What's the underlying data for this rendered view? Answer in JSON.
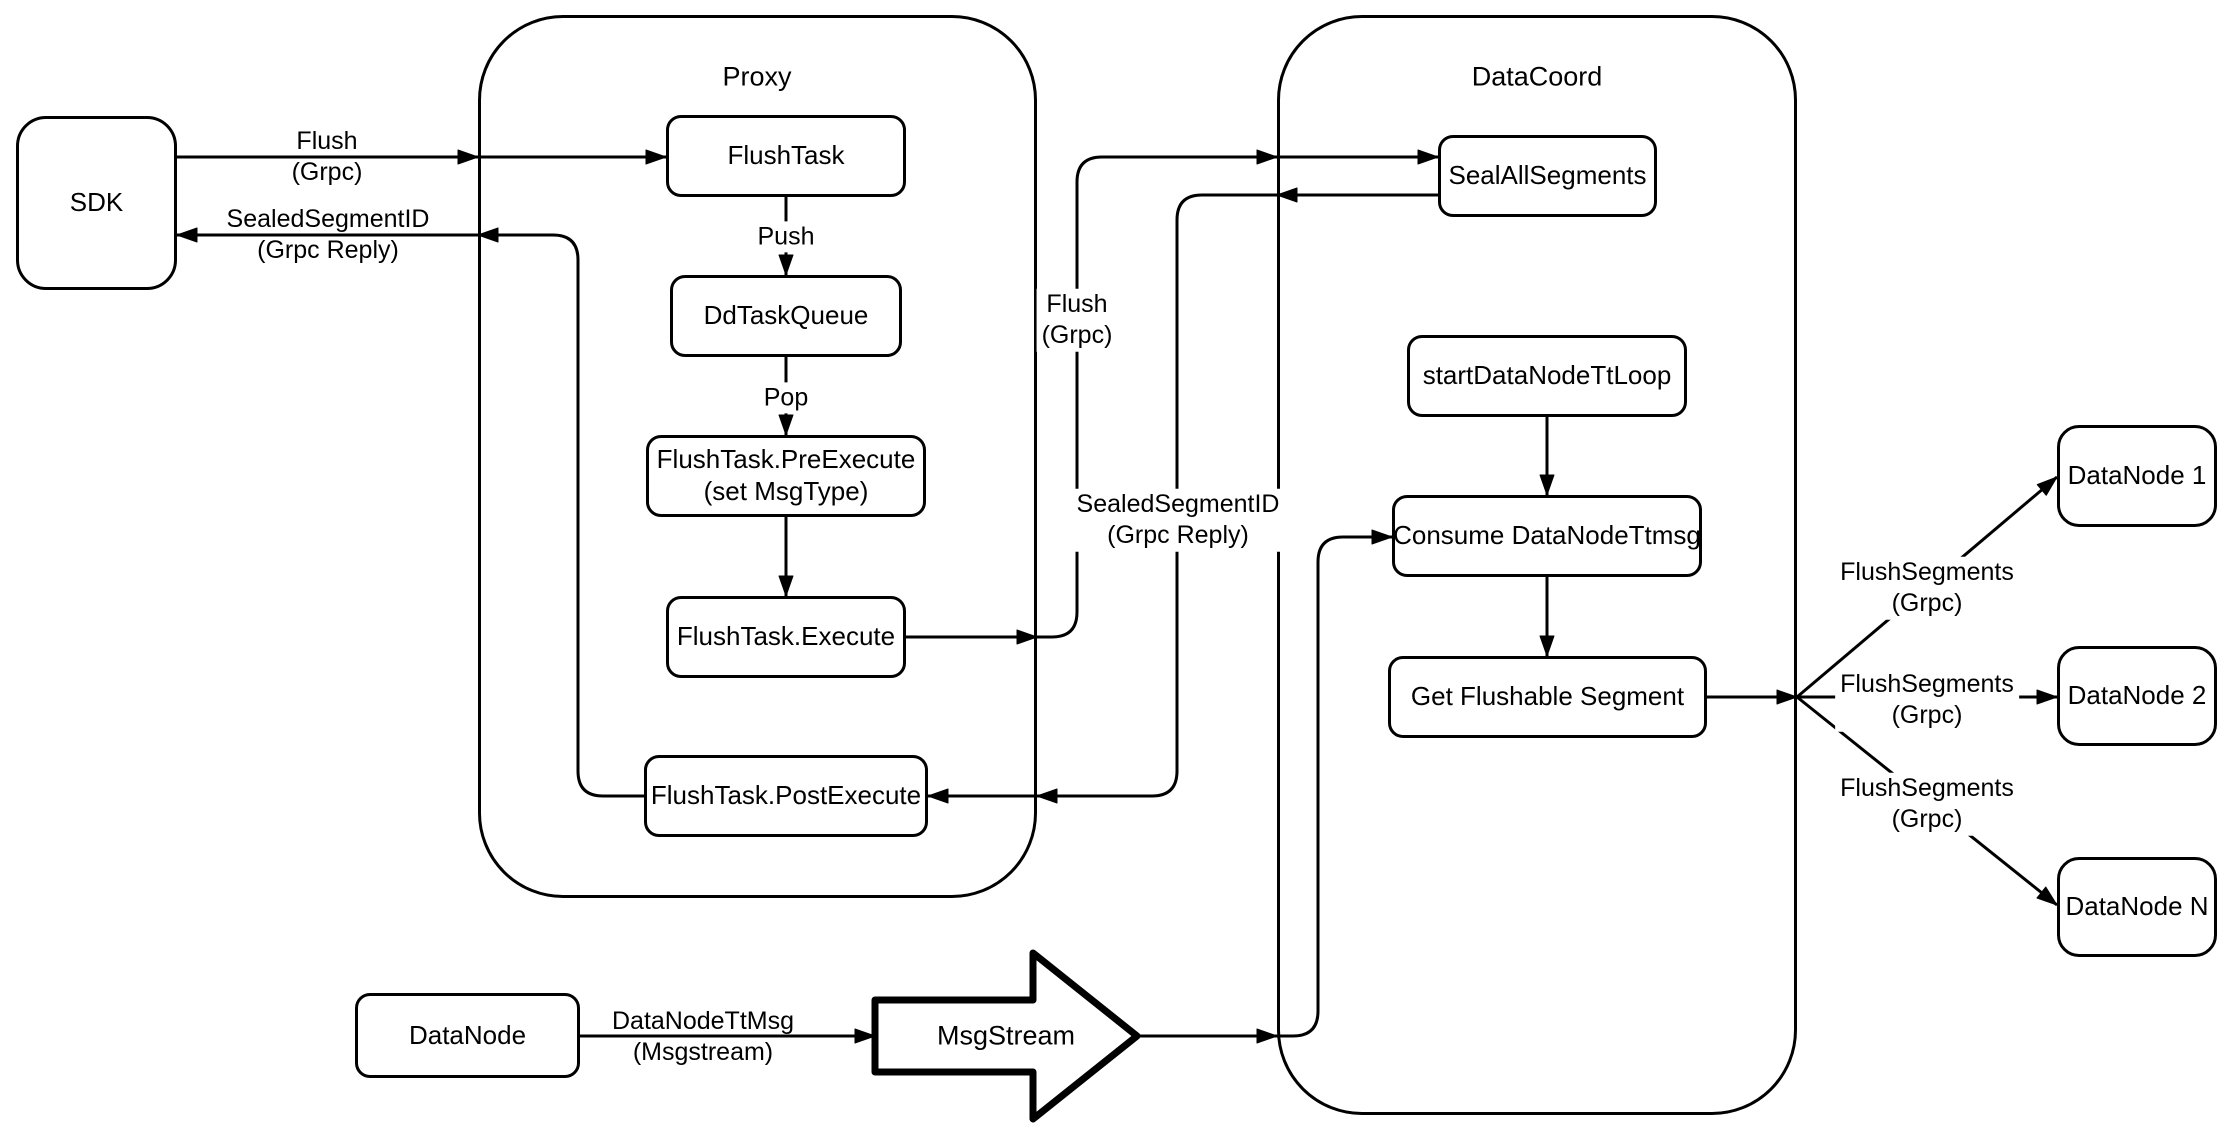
{
  "colors": {
    "stroke": "#000000",
    "fill": "#ffffff",
    "background": "#ffffff"
  },
  "containers": {
    "proxy": {
      "title": "Proxy"
    },
    "datacoord": {
      "title": "DataCoord"
    }
  },
  "nodes": {
    "sdk": {
      "label": "SDK"
    },
    "flush_task": {
      "label": "FlushTask"
    },
    "dd_task_queue": {
      "label": "DdTaskQueue"
    },
    "pre_execute": {
      "line1": "FlushTask.PreExecute",
      "line2": "(set MsgType)"
    },
    "execute": {
      "label": "FlushTask.Execute"
    },
    "post_execute": {
      "label": "FlushTask.PostExecute"
    },
    "seal_all_segments": {
      "label": "SealAllSegments"
    },
    "start_datanode_tt_loop": {
      "label": "startDataNodeTtLoop"
    },
    "consume_datanode_ttmsg": {
      "label": "Consume DataNodeTtmsg"
    },
    "get_flushable_segment": {
      "label": "Get Flushable Segment"
    },
    "datanode_1": {
      "label": "DataNode 1"
    },
    "datanode_2": {
      "label": "DataNode 2"
    },
    "datanode_n": {
      "label": "DataNode N"
    },
    "datanode": {
      "label": "DataNode"
    },
    "msg_stream": {
      "label": "MsgStream"
    }
  },
  "edge_labels": {
    "flush_sdk": {
      "line1": "Flush",
      "line2": "(Grpc)"
    },
    "sealed_sdk": {
      "line1": "SealedSegmentID",
      "line2": "(Grpc Reply)"
    },
    "push": {
      "label": "Push"
    },
    "pop": {
      "label": "Pop"
    },
    "flush_mid": {
      "line1": "Flush",
      "line2": "(Grpc)"
    },
    "sealed_mid": {
      "line1": "SealedSegmentID",
      "line2": "(Grpc Reply)"
    },
    "flush_segments_1": {
      "line1": "FlushSegments",
      "line2": "(Grpc)"
    },
    "flush_segments_2": {
      "line1": "FlushSegments",
      "line2": "(Grpc)"
    },
    "flush_segments_3": {
      "line1": "FlushSegments",
      "line2": "(Grpc)"
    },
    "datanode_ttmsg": {
      "line1": "DataNodeTtMsg",
      "line2": "(Msgstream)"
    }
  }
}
